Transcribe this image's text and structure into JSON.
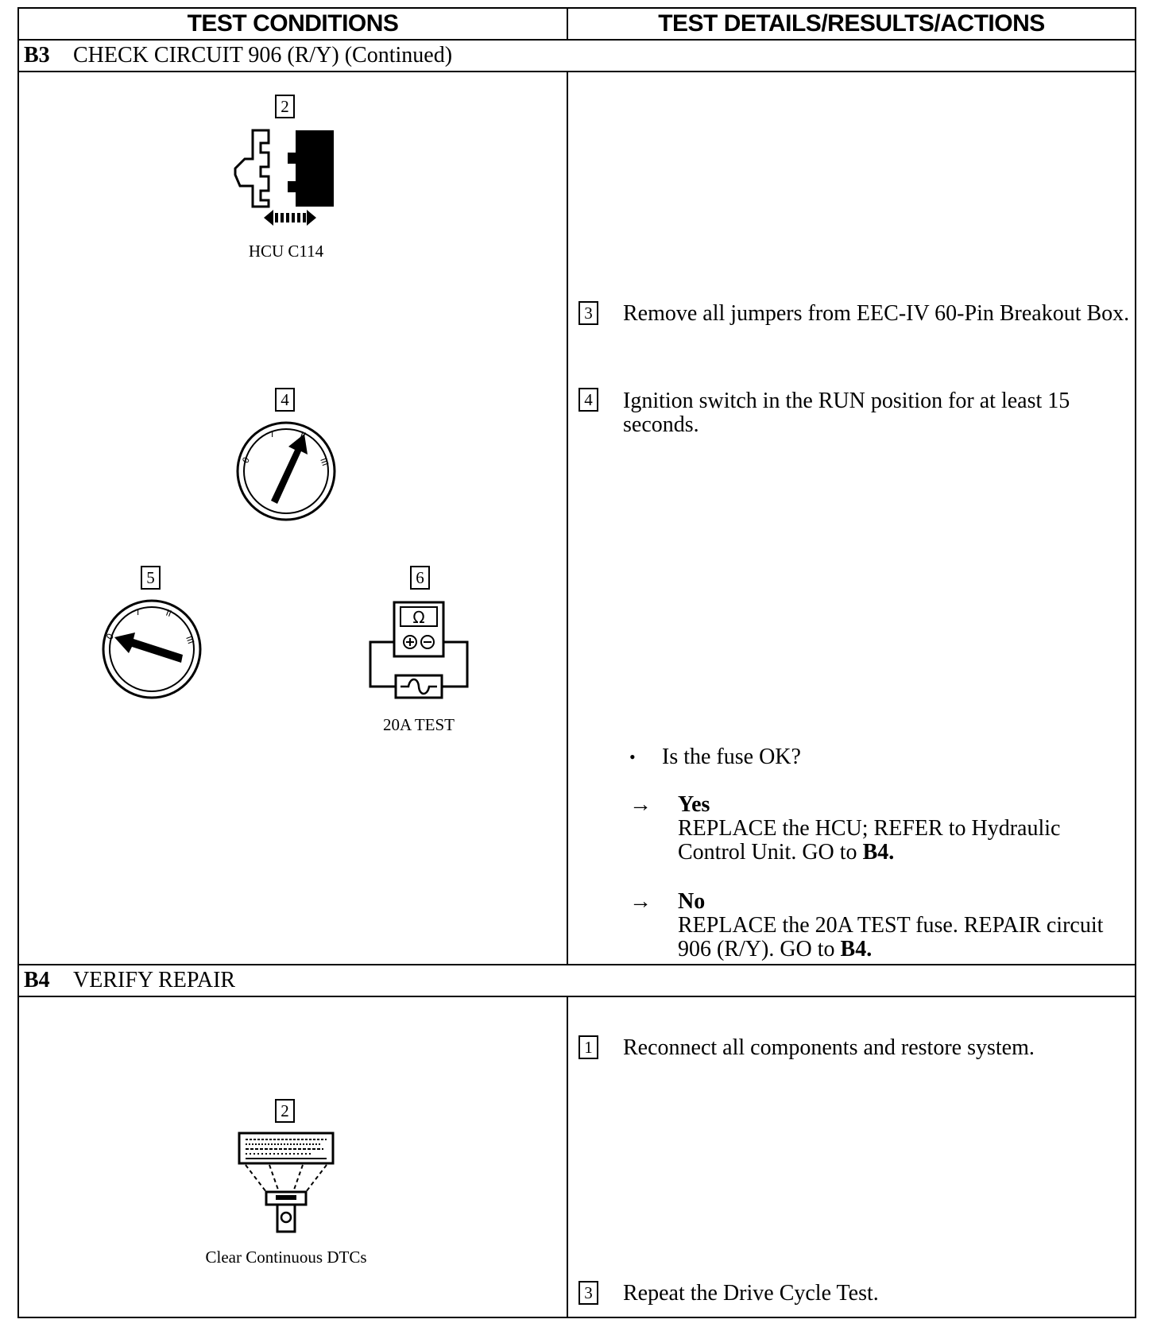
{
  "header": {
    "left": "TEST CONDITIONS",
    "right": "TEST DETAILS/RESULTS/ACTIONS"
  },
  "b3": {
    "code": "B3",
    "title": "CHECK CIRCUIT 906 (R/Y) (Continued)",
    "figures": {
      "fig2": {
        "num": "2",
        "caption": "HCU C114"
      },
      "fig4": {
        "num": "4"
      },
      "fig5": {
        "num": "5"
      },
      "fig6": {
        "num": "6",
        "caption": "20A TEST",
        "meter_symbol": "Ω"
      }
    },
    "steps": [
      {
        "num": "3",
        "text": "Remove all jumpers from EEC-IV 60-Pin Breakout Box."
      },
      {
        "num": "4",
        "text": "Ignition switch in the RUN position for at least 15 seconds."
      }
    ],
    "question": {
      "bullet": "•",
      "text": "Is the fuse OK?"
    },
    "results": [
      {
        "arrow": "→",
        "label": "Yes",
        "action_pre": "REPLACE the HCU; REFER to Hydraulic Control Unit. GO to ",
        "action_ref": "B4",
        "action_post": "."
      },
      {
        "arrow": "→",
        "label": "No",
        "action_pre": "REPLACE the 20A TEST fuse. REPAIR circuit 906 (R/Y). GO to ",
        "action_ref": "B4",
        "action_post": "."
      }
    ]
  },
  "b4": {
    "code": "B4",
    "title": "VERIFY REPAIR",
    "figures": {
      "fig2": {
        "num": "2",
        "caption": "Clear Continuous DTCs"
      }
    },
    "steps": [
      {
        "num": "1",
        "text": "Reconnect all components and restore system."
      },
      {
        "num": "3",
        "text": "Repeat the Drive Cycle Test."
      }
    ]
  }
}
